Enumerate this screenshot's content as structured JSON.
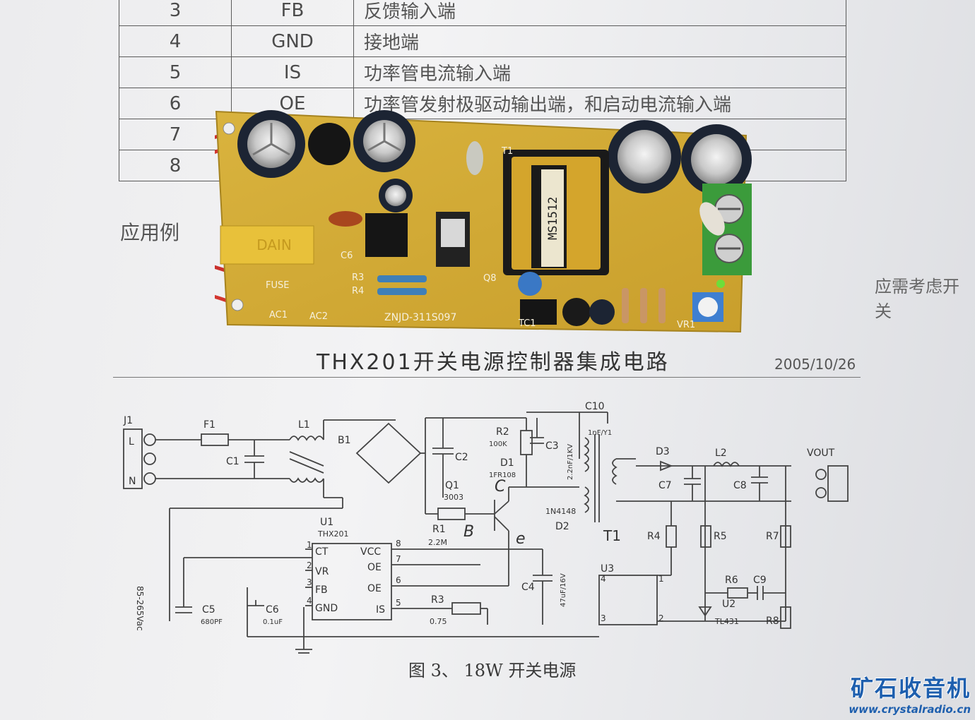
{
  "pin_table": {
    "rows": [
      {
        "num": "3",
        "signal": "FB",
        "description": "反馈输入端"
      },
      {
        "num": "4",
        "signal": "GND",
        "description": "接地端"
      },
      {
        "num": "5",
        "signal": "IS",
        "description": "功率管电流输入端"
      },
      {
        "num": "6",
        "signal": "OE",
        "description": "功率管发射极驱动输出端，和启动电流输入端"
      },
      {
        "num": "7",
        "signal": "",
        "description": ""
      },
      {
        "num": "8",
        "signal": "",
        "description": ""
      }
    ]
  },
  "section_label": "应用例",
  "side_note": "应需考虑开关",
  "pcb": {
    "labels": {
      "transformer": "MS1512",
      "silk_model": "ZNJD-311S097",
      "ac1": "AC1",
      "ac2": "AC2",
      "fuse": "FUSE",
      "r3": "R3",
      "r4": "R4",
      "c6": "C6",
      "t1": "T1",
      "tc1": "TC1",
      "vr1": "VR1",
      "q8": "Q8",
      "cap_brand": "DAIN"
    }
  },
  "document": {
    "title": "THX201开关电源控制器集成电路",
    "date": "2005/10/26",
    "figure_caption": "图 3、 18W 开关电源"
  },
  "schematic": {
    "labels": {
      "j1": "J1",
      "l": "L",
      "n": "N",
      "f1": "F1",
      "c1": "C1",
      "l1": "L1",
      "b1": "B1",
      "c2": "C2",
      "r2": "R2",
      "r2v": "100K",
      "c3": "C3",
      "d1": "D1",
      "d1v": "1FR108",
      "c10": "C10",
      "c10v": "1nF/Y1",
      "c3v": "2.2nF/1KV",
      "d3": "D3",
      "l2": "L2",
      "c7": "C7",
      "c8": "C8",
      "vout": "VOUT",
      "q1": "Q1",
      "q1v": "3003",
      "r1": "R1",
      "r1v": "2.2M",
      "d2": "D2",
      "d2v": "1N4148",
      "t1": "T1",
      "u1": "U1",
      "u1v": "THX201",
      "ct": "CT",
      "vr": "VR",
      "fb": "FB",
      "gnd": "GND",
      "vcc": "VCC",
      "oe7": "OE",
      "oe6": "OE",
      "is": "IS",
      "p1": "1",
      "p2": "2",
      "p3": "3",
      "p4": "4",
      "p5": "5",
      "p6": "6",
      "p7": "7",
      "p8": "8",
      "r3": "R3",
      "r3v": "0.75",
      "c4": "C4",
      "c4v": "47uF/16V",
      "c5": "C5",
      "c5v": "680PF",
      "c6": "C6",
      "c6v": "0.1uF",
      "u3": "U3",
      "r4": "R4",
      "r5": "R5",
      "r6": "R6",
      "c9": "C9",
      "r7": "R7",
      "r8": "R8",
      "u2": "U2",
      "u2v": "TL431",
      "vac": "85-265Vac",
      "hand_b": "B",
      "hand_e": "e",
      "hand_c": "C",
      "u3p4": "4",
      "u3p1": "1",
      "u3p3": "3",
      "u3p2": "2"
    }
  },
  "watermark": {
    "name": "矿石收音机",
    "url": "www.crystalradio.cn"
  }
}
